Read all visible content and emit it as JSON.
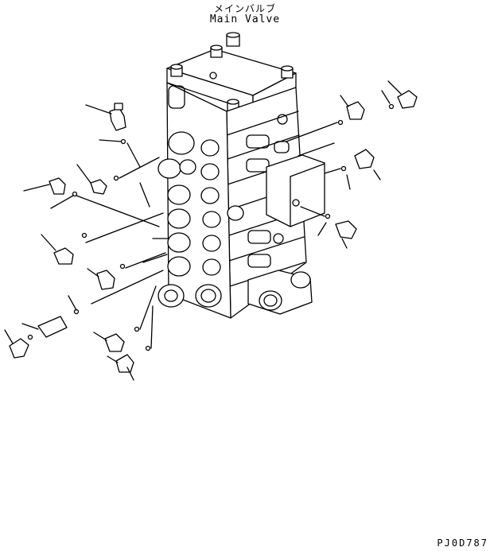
{
  "title": {
    "japanese": "メインバルブ",
    "english": "Main Valve"
  },
  "drawing_code": "PJ0D787",
  "colors": {
    "line": "#000000",
    "background": "#ffffff"
  }
}
